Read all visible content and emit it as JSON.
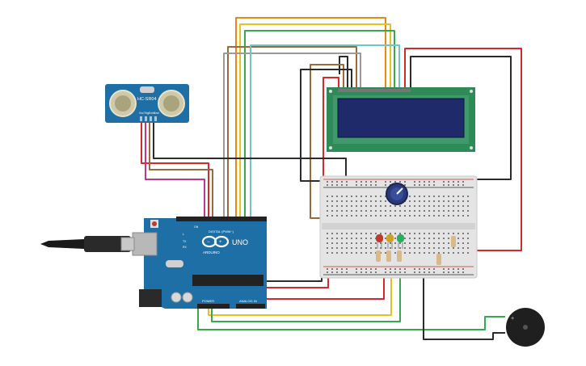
{
  "sensor": {
    "label": "HC-SR04",
    "pins": [
      "Vcc",
      "Trig",
      "Echo",
      "Gnd"
    ]
  },
  "arduino": {
    "board_name": "UNO",
    "brand": "ARDUINO",
    "digital_label": "DIGITAL (PWM~)",
    "analog_label": "ANALOG IN",
    "power_label": "POWER",
    "on_label": "ON",
    "tx_label": "TX",
    "rx_label": "RX",
    "l_label": "L"
  },
  "lcd": {
    "rows": 2,
    "cols": 16
  },
  "breadboard": {
    "rows": 30
  },
  "leds": [
    {
      "color_name": "red",
      "color": "#c0392b"
    },
    {
      "color_name": "yellow",
      "color": "#c9a227"
    },
    {
      "color_name": "green",
      "color": "#27ae60"
    }
  ],
  "colors": {
    "wire_red": "#d62a2a",
    "wire_black": "#2b2b2b",
    "wire_orange": "#e88a12",
    "wire_yellow": "#e6c21a",
    "wire_green": "#3aa84a",
    "wire_brown": "#9b6a3c",
    "wire_magenta": "#c3338f",
    "wire_cyan": "#6ec6c8",
    "wire_gray": "#9a9a9a",
    "board_teal": "#1d6fa5",
    "lcd_green": "#2e8b57",
    "lcd_screen": "#1f2a6b"
  },
  "parts": [
    "ultrasonic-sensor",
    "arduino-uno",
    "lcd-16x2",
    "breadboard",
    "potentiometer",
    "leds",
    "resistors",
    "piezo-buzzer",
    "usb-cable"
  ]
}
